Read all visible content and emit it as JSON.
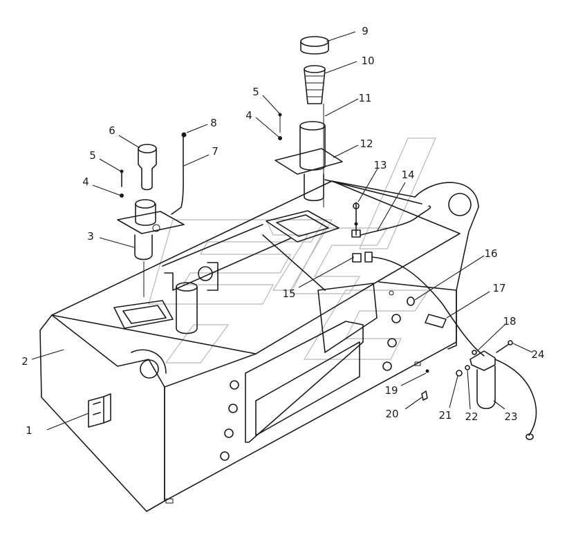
{
  "callouts": [
    {
      "id": "c1",
      "text": "1"
    },
    {
      "id": "c2",
      "text": "2"
    },
    {
      "id": "c3",
      "text": "3"
    },
    {
      "id": "c4a",
      "text": "4"
    },
    {
      "id": "c5a",
      "text": "5"
    },
    {
      "id": "c6",
      "text": "6"
    },
    {
      "id": "c7",
      "text": "7"
    },
    {
      "id": "c8",
      "text": "8"
    },
    {
      "id": "c4b",
      "text": "4"
    },
    {
      "id": "c5b",
      "text": "5"
    },
    {
      "id": "c9",
      "text": "9"
    },
    {
      "id": "c10",
      "text": "10"
    },
    {
      "id": "c11",
      "text": "11"
    },
    {
      "id": "c12",
      "text": "12"
    },
    {
      "id": "c13",
      "text": "13"
    },
    {
      "id": "c14",
      "text": "14"
    },
    {
      "id": "c15",
      "text": "15"
    },
    {
      "id": "c16",
      "text": "16"
    },
    {
      "id": "c17",
      "text": "17"
    },
    {
      "id": "c18",
      "text": "18"
    },
    {
      "id": "c19",
      "text": "19"
    },
    {
      "id": "c20",
      "text": "20"
    },
    {
      "id": "c21",
      "text": "21"
    },
    {
      "id": "c22",
      "text": "22"
    },
    {
      "id": "c23",
      "text": "23"
    },
    {
      "id": "c24",
      "text": "24"
    }
  ]
}
